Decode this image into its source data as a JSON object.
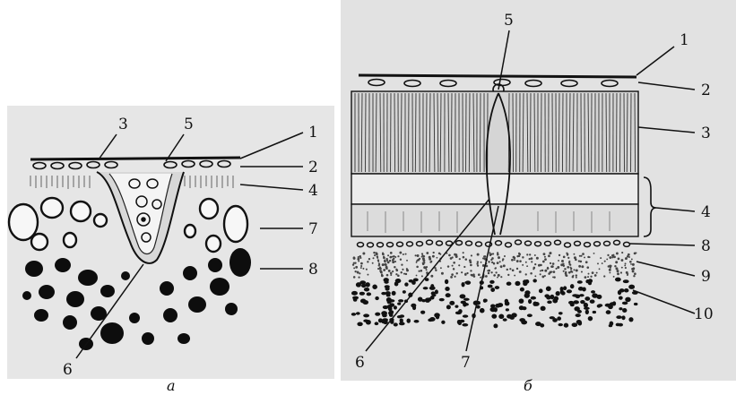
{
  "figure_a": {
    "caption": "а",
    "labels": [
      "1",
      "2",
      "3",
      "4",
      "5",
      "6",
      "7",
      "8"
    ]
  },
  "figure_b": {
    "caption": "б",
    "labels": [
      "1",
      "2",
      "3",
      "4",
      "5",
      "6",
      "7",
      "8",
      "9",
      "10"
    ]
  }
}
